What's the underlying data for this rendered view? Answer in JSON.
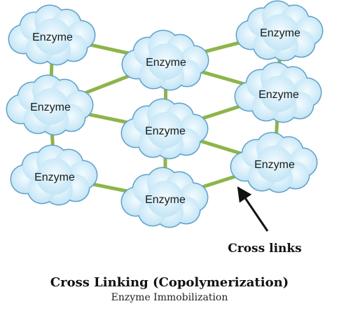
{
  "diagram": {
    "node_label": "Enzyme",
    "annotation": "Cross links",
    "colors": {
      "cloud_fill": "#cfeaf8",
      "cloud_stroke": "#5fa0c8",
      "cross_link": "#8db54a",
      "arrow": "#111111"
    }
  },
  "caption": {
    "title": "Cross Linking (Copolymerization)",
    "subtitle": "Enzyme Immobilization"
  }
}
